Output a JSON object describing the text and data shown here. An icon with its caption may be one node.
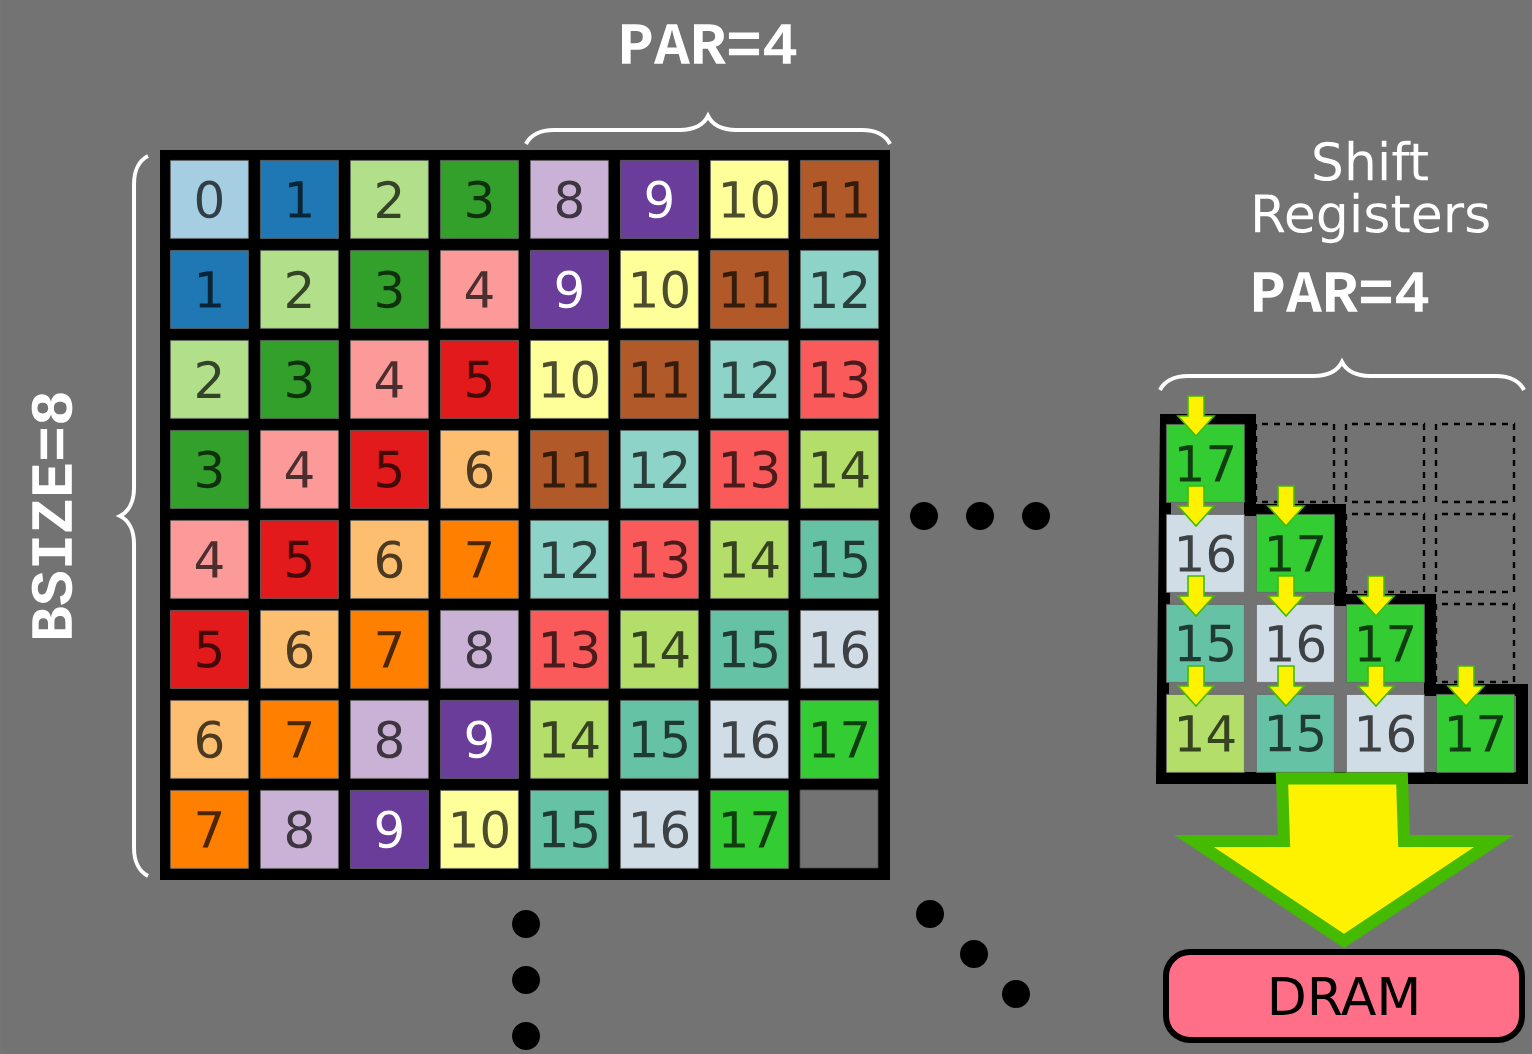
{
  "diagram": {
    "nodes": [
      {
        "text": [],
        "shape": "box"
      },
      {
        "text": [
          "DRAM"
        ]
      }
    ],
    "edges": [
      {
        "from": 0,
        "to": 1,
        "arrow": "to",
        "style": "thick"
      }
    ],
    "labels": [
      "PAR=4",
      "BSIZE=8",
      "0",
      "1",
      "2",
      "3",
      "8",
      "9",
      "10",
      "11",
      "1",
      "2",
      "3",
      "4",
      "9",
      "10",
      "11",
      "12",
      "2",
      "3",
      "4",
      "5",
      "10",
      "11",
      "12",
      "13",
      "3",
      "4",
      "5",
      "6",
      "11",
      "12",
      "13",
      "14",
      "4",
      "5",
      "6",
      "7",
      "12",
      "13",
      "14",
      "15",
      "5",
      "6",
      "7",
      "8",
      "13",
      "14",
      "15",
      "16",
      "6",
      "7",
      "8",
      "9",
      "14",
      "15",
      "16",
      "17",
      "7",
      "8",
      "9",
      "10",
      "15",
      "16",
      "17",
      "Shift Registers",
      "PAR=4",
      "17",
      "16",
      "17",
      "15",
      "16",
      "17",
      "14",
      "15",
      "16",
      "17"
    ]
  }
}
